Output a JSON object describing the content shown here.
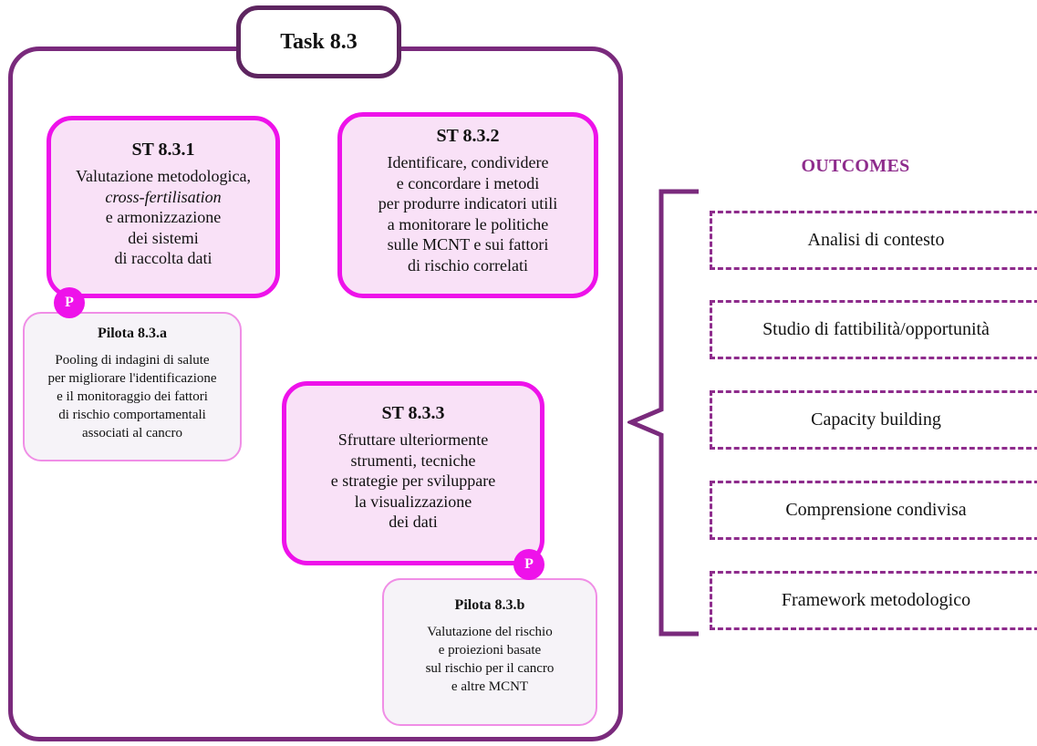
{
  "task": {
    "title": "Task 8.3"
  },
  "subtasks": [
    {
      "title": "ST 8.3.1",
      "lines": [
        "Valutazione metodologica,",
        "cross-fertilisation",
        "e armonizzazione",
        "dei sistemi",
        "di raccolta dati"
      ]
    },
    {
      "title": "ST 8.3.2",
      "lines": [
        "Identificare, condividere",
        "e concordare i metodi",
        "per produrre indicatori utili",
        "a monitorare le politiche",
        "sulle MCNT e sui fattori",
        "di rischio correlati"
      ]
    },
    {
      "title": "ST 8.3.3",
      "lines": [
        "Sfruttare ulteriormente",
        "strumenti, tecniche",
        "e strategie per sviluppare",
        "la visualizzazione",
        "dei dati"
      ]
    }
  ],
  "pilots": [
    {
      "badge": "P",
      "title": "Pilota 8.3.a",
      "lines": [
        "Pooling di indagini di salute",
        "per migliorare l'identificazione",
        "e il monitoraggio dei fattori",
        "di rischio comportamentali",
        "associati al cancro"
      ]
    },
    {
      "badge": "P",
      "title": "Pilota 8.3.b",
      "lines": [
        "Valutazione del rischio",
        "e proiezioni basate",
        "sul rischio per il cancro",
        "e altre MCNT"
      ]
    }
  ],
  "outcomes": {
    "heading": "OUTCOMES",
    "items": [
      "Analisi di contesto",
      "Studio di fattibilità/opportunità",
      "Capacity building",
      "Comprensione condivisa",
      "Framework metodologico"
    ]
  },
  "colors": {
    "task_border": "#7a2a7c",
    "subtask_border": "#ee12ea",
    "subtask_fill": "#f9e1f7",
    "pilot_border": "#f08ee6",
    "pilot_fill": "#f6f3f8",
    "badge": "#ee12ea",
    "outcomes": "#8e2c8c"
  }
}
